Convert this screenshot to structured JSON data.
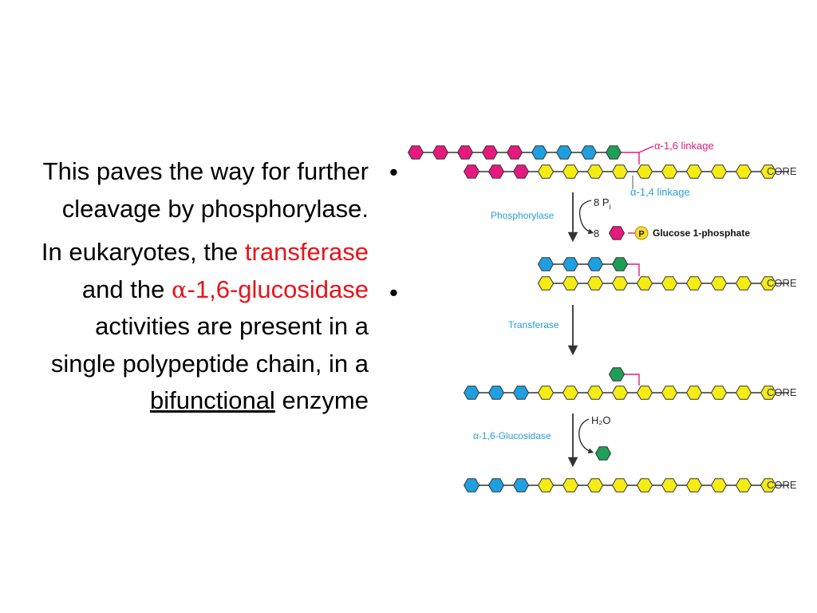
{
  "text": {
    "para1": "This paves the way for further cleavage by phosphorylase.",
    "para2_before": "In eukaryotes, the ",
    "para2_transferase": "transferase",
    "para2_mid": " and the ",
    "para2_alpha": "α",
    "para2_glucosidase": "-1,6-glucosidase",
    "para2_after": " activities are present in a single polypeptide chain, in a ",
    "para2_bifunctional": "bifunctional",
    "para2_end": " enzyme"
  },
  "bullets": [
    "•",
    "•"
  ],
  "diagram": {
    "labels": {
      "a16_linkage": "α-1,6 linkage",
      "a14_linkage": "α-1,4 linkage",
      "phosphorylase": "Phosphorylase",
      "pi_in": "8 P",
      "pi_sub": "i",
      "pi_out": "8",
      "p_symbol": "P",
      "glucose_1_phosphate": "Glucose 1-phosphate",
      "transferase": "Transferase",
      "h2o": "H₂O",
      "glucosidase": "α-1,6-Glucosidase",
      "core": "CORE"
    },
    "rows": [
      {
        "name": "stage1-branch",
        "residues": [
          "magenta",
          "magenta",
          "magenta",
          "magenta",
          "magenta",
          "blue",
          "blue",
          "blue",
          "green"
        ]
      },
      {
        "name": "stage1-main",
        "residues": [
          "magenta",
          "magenta",
          "magenta",
          "yellow",
          "yellow",
          "yellow",
          "yellow",
          "yellow",
          "yellow",
          "yellow",
          "yellow",
          "yellow",
          "yellow"
        ]
      },
      {
        "name": "glc1p",
        "residues": [
          "magenta"
        ]
      },
      {
        "name": "stage2-branch",
        "residues": [
          "blue",
          "blue",
          "blue",
          "green"
        ]
      },
      {
        "name": "stage2-main",
        "residues": [
          "yellow",
          "yellow",
          "yellow",
          "yellow",
          "yellow",
          "yellow",
          "yellow",
          "yellow",
          "yellow",
          "yellow"
        ]
      },
      {
        "name": "stage3-branch",
        "residues": [
          "green"
        ]
      },
      {
        "name": "stage3-main",
        "residues": [
          "blue",
          "blue",
          "blue",
          "yellow",
          "yellow",
          "yellow",
          "yellow",
          "yellow",
          "yellow",
          "yellow",
          "yellow",
          "yellow",
          "yellow"
        ]
      },
      {
        "name": "free-glucose",
        "residues": [
          "green"
        ]
      },
      {
        "name": "stage4-main",
        "residues": [
          "blue",
          "blue",
          "blue",
          "yellow",
          "yellow",
          "yellow",
          "yellow",
          "yellow",
          "yellow",
          "yellow",
          "yellow",
          "yellow",
          "yellow"
        ]
      }
    ],
    "colors": {
      "magenta": "#e6197f",
      "blue": "#1e9fe0",
      "green": "#1f9e57",
      "yellow": "#f5ec14",
      "linkage": "#e6197f",
      "label_blue": "#2a9fd8",
      "p_circle": "#f5dd2a"
    }
  }
}
